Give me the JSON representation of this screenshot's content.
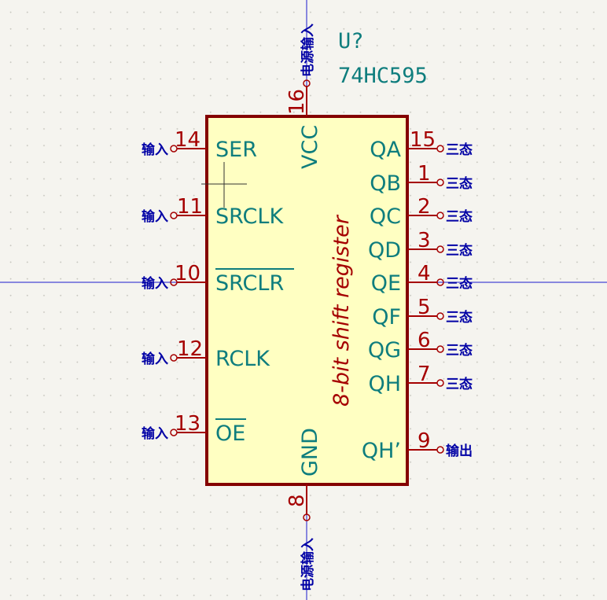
{
  "component": {
    "reference": "U?",
    "value": "74HC595",
    "description": "8-bit shift register"
  },
  "pins": {
    "p14": {
      "number": "14",
      "name": "SER",
      "type": "输入"
    },
    "p11": {
      "number": "11",
      "name": "SRCLK",
      "type": "输入"
    },
    "p10": {
      "number": "10",
      "name": "SRCLR",
      "type": "输入"
    },
    "p12": {
      "number": "12",
      "name": "RCLK",
      "type": "输入"
    },
    "p13": {
      "number": "13",
      "name": "OE",
      "type": "输入"
    },
    "p15": {
      "number": "15",
      "name": "QA",
      "type": "三态"
    },
    "p1": {
      "number": "1",
      "name": "QB",
      "type": "三态"
    },
    "p2": {
      "number": "2",
      "name": "QC",
      "type": "三态"
    },
    "p3": {
      "number": "3",
      "name": "QD",
      "type": "三态"
    },
    "p4": {
      "number": "4",
      "name": "QE",
      "type": "三态"
    },
    "p5": {
      "number": "5",
      "name": "QF",
      "type": "三态"
    },
    "p6": {
      "number": "6",
      "name": "QG",
      "type": "三态"
    },
    "p7": {
      "number": "7",
      "name": "QH",
      "type": "三态"
    },
    "p9": {
      "number": "9",
      "name": "QH’",
      "type": "输出"
    },
    "p16": {
      "number": "16",
      "name": "VCC",
      "type": "电源输入"
    },
    "p8": {
      "number": "8",
      "name": "GND",
      "type": "电源输入"
    }
  },
  "colors": {
    "body_fill": "#ffffc2",
    "body_outline": "#840000",
    "pin_line": "#a50000",
    "pin_name": "#0e7d7d",
    "pin_number": "#a50000",
    "electrical_type": "#0000a5",
    "crosshair": "#1a1acc",
    "background": "#f5f4ef"
  }
}
